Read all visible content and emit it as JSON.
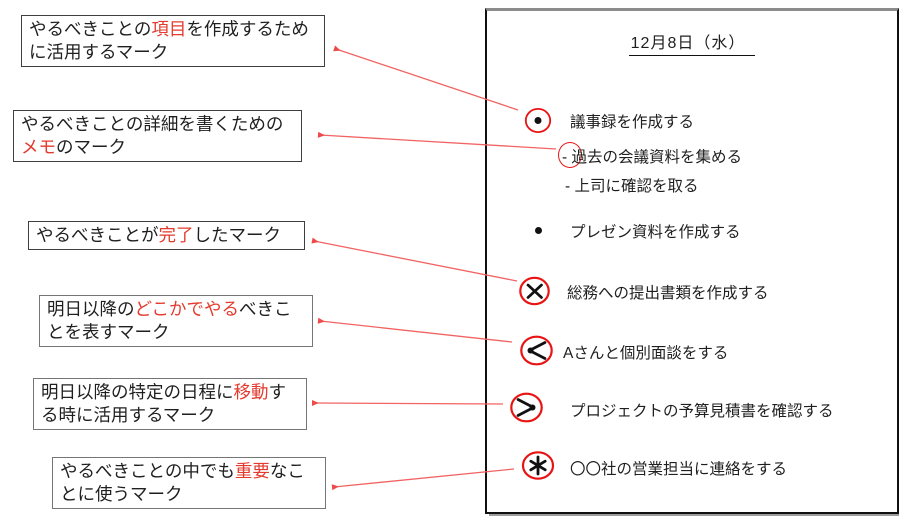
{
  "colors": {
    "highlight": "#e33b2e",
    "circle_red": "#e81414",
    "arrow_red": "#f26363",
    "text": "#1f1f1f"
  },
  "annotations": [
    {
      "segments": [
        {
          "text": "やるべきことの"
        },
        {
          "text": "項目",
          "red": true
        },
        {
          "text": "を作成するために活用するマーク"
        }
      ]
    },
    {
      "segments": [
        {
          "text": "やるべきことの詳細を書くための"
        },
        {
          "text": "メモ",
          "red": true
        },
        {
          "text": "のマーク"
        }
      ]
    },
    {
      "segments": [
        {
          "text": "やるべきことが"
        },
        {
          "text": "完了",
          "red": true
        },
        {
          "text": "したマーク"
        }
      ]
    },
    {
      "segments": [
        {
          "text": "明日以降の"
        },
        {
          "text": "どこかでやる",
          "red": true
        },
        {
          "text": "べきことを表すマーク"
        }
      ]
    },
    {
      "segments": [
        {
          "text": "明日以降の特定の日程に"
        },
        {
          "text": "移動",
          "red": true
        },
        {
          "text": "する時に活用するマーク"
        }
      ]
    },
    {
      "segments": [
        {
          "text": "やるべきことの中でも"
        },
        {
          "text": "重要",
          "red": true
        },
        {
          "text": "なことに使うマーク"
        }
      ]
    }
  ],
  "panel": {
    "title": "12月8日（水）",
    "tasks": [
      {
        "icon": "circled-dot-icon",
        "label": "議事録を作成する"
      },
      {
        "icon": "circled-dash-icon",
        "label": "- 過去の会議資料を集める"
      },
      {
        "icon": "none",
        "label": "- 上司に確認を取る"
      },
      {
        "icon": "bullet-icon",
        "label": "プレゼン資料を作成する"
      },
      {
        "icon": "circled-x-icon",
        "label": "総務への提出書類を作成する"
      },
      {
        "icon": "circled-less-than-icon",
        "label": "Aさんと個別面談をする"
      },
      {
        "icon": "circled-greater-than-icon",
        "label": "プロジェクトの予算見積書を確認する"
      },
      {
        "icon": "circled-asterisk-icon",
        "label": "〇〇社の営業担当に連絡をする"
      }
    ]
  }
}
